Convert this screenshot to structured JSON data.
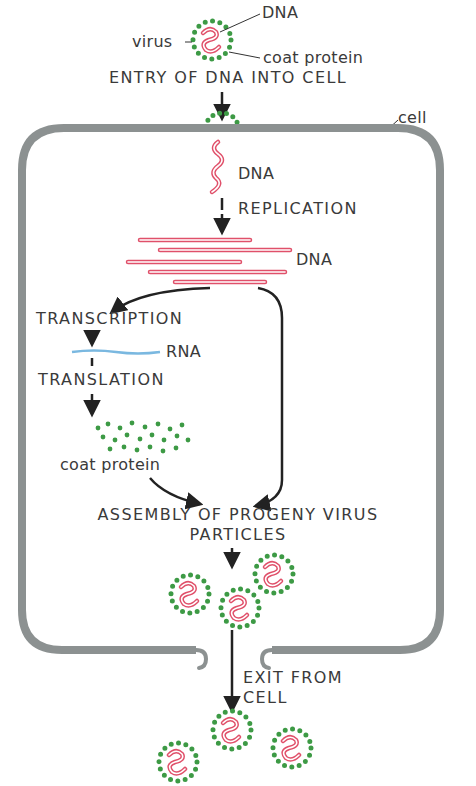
{
  "diagram": {
    "nodes": [
      {
        "text": [
          "cell"
        ]
      }
    ],
    "labels": [
      "DNA",
      "virus",
      "coat protein",
      "ENTRY OF DNA INTO CELL",
      "DNA",
      "REPLICATION",
      "DNA",
      "TRANSCRIPTION",
      "RNA",
      "TRANSLATION",
      "coat protein",
      "ASSEMBLY OF PROGENY VIRUS PARTICLES",
      "EXIT FROM CELL"
    ]
  }
}
